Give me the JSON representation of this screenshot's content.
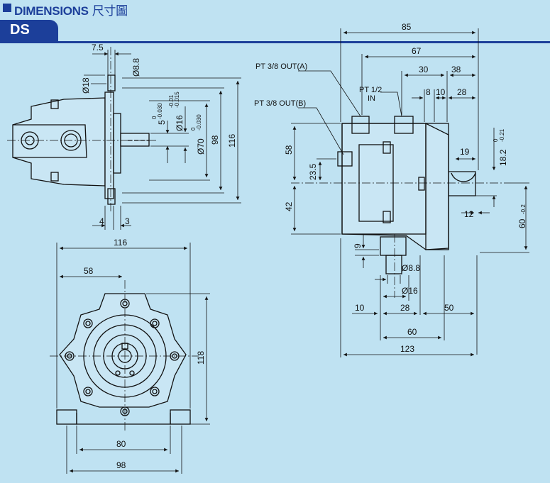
{
  "header": {
    "title": "DIMENSIONS",
    "title_cn": "尺寸圖"
  },
  "tab": {
    "label": "DS"
  },
  "colors": {
    "background": "#bfe2f2",
    "accent": "#1c3f9a",
    "line": "#111111"
  },
  "side_view": {
    "dims": {
      "d7_5": "7.5",
      "d8_8": "Ø8.8",
      "d18": "Ø18",
      "d5": "5",
      "d5_tol_top": "0",
      "d5_tol_bot": "-0.030",
      "d16": "Ø16",
      "d16_tol_top": "-0.01",
      "d16_tol_bot": "-0.015",
      "d70": "Ø70",
      "d70_tol_top": "0",
      "d70_tol_bot": "-0.030",
      "d98": "98",
      "d116": "116",
      "d4": "4",
      "d3": "3"
    }
  },
  "front_view": {
    "dims": {
      "d116": "116",
      "d58": "58",
      "d118": "118",
      "d80": "80",
      "d98": "98"
    }
  },
  "right_view": {
    "labels": {
      "out_a": "PT 3/8 OUT(A)",
      "out_b": "PT 3/8 OUT(B)",
      "in_1": "PT 1/2",
      "in_2": "IN"
    },
    "dims": {
      "d85": "85",
      "d67": "67",
      "d30": "30",
      "d38": "38",
      "d8": "8",
      "d10": "10",
      "d28": "28",
      "d58": "58",
      "d23_5": "23.5",
      "d42": "42",
      "d19": "19",
      "d18_2": "18.2",
      "d18_2_tol_top": "0",
      "d18_2_tol_bot": "-0.21",
      "d12": "12",
      "d60": "60",
      "d60_tol": "-0.2",
      "d9": "9",
      "d8_8": "Ø8.8",
      "d16": "Ø16",
      "d10b": "10",
      "d28b": "28",
      "d50": "50",
      "d60b": "60",
      "d123": "123"
    }
  }
}
